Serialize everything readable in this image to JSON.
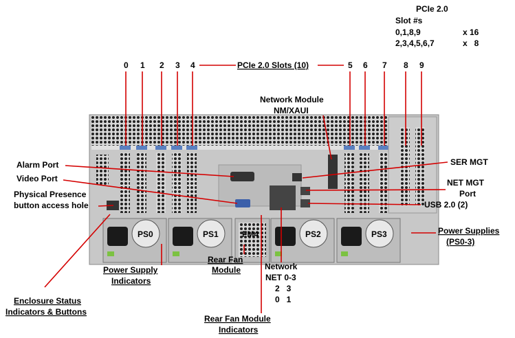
{
  "pcie_info": {
    "title": "PCIe 2.0",
    "subtitle": "Slot #s",
    "rows": [
      {
        "slots": "0,1,8,9",
        "width": "x 16"
      },
      {
        "slots": "2,3,4,5,6,7",
        "width": "x   8"
      }
    ]
  },
  "slot_numbers": [
    "0",
    "1",
    "2",
    "3",
    "4",
    "5",
    "6",
    "7",
    "8",
    "9"
  ],
  "labels": {
    "pcie_slots": "PCIe 2.0 Slots (10)",
    "network_module": [
      "Network Module",
      "NM/XAUI"
    ],
    "alarm_port": "Alarm Port",
    "video_port": "Video Port",
    "physical_presence": [
      "Physical Presence",
      "button access hole"
    ],
    "ser_mgt": "SER MGT",
    "net_mgt": [
      "NET MGT",
      "Port"
    ],
    "usb": "USB 2.0 (2)",
    "power_supplies": [
      "Power Supplies",
      "(PS0-3)"
    ],
    "power_supply_indicators": [
      "Power Supply",
      "Indicators"
    ],
    "rear_fan_module": [
      "Rear Fan",
      "Module"
    ],
    "network": [
      "Network",
      "NET 0-3",
      "2   3",
      "0   1"
    ],
    "enclosure_status": [
      "Enclosure Status",
      "Indicators & Buttons"
    ],
    "rear_fan_indicators": [
      "Rear Fan Module",
      "Indicators"
    ]
  },
  "modules": [
    "PS0",
    "PS1",
    "FM4",
    "PS2",
    "PS3"
  ],
  "colors": {
    "callout": "#d40000",
    "chassis": "#c8c8c8",
    "slot_tag": "#5a7fc0"
  }
}
